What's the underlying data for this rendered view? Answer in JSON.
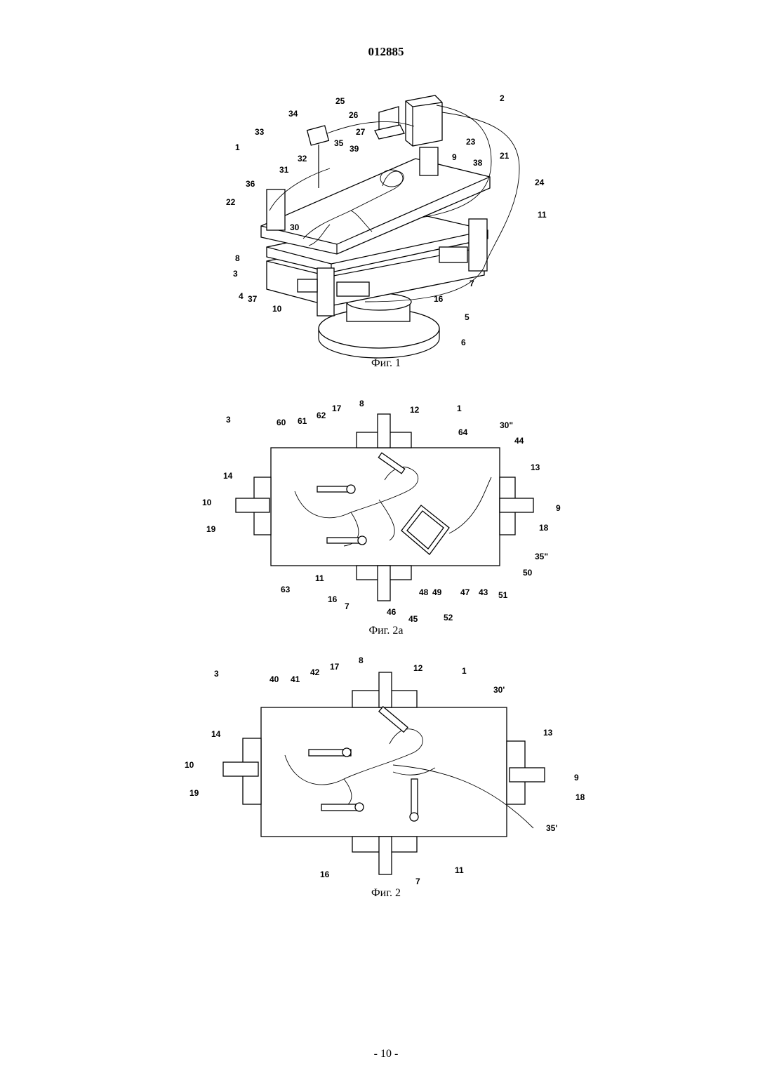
{
  "header": {
    "patent_number": "012885"
  },
  "figures": [
    {
      "id": "fig1",
      "caption": "Фиг. 1",
      "labels": [
        "1",
        "2",
        "3",
        "4",
        "5",
        "6",
        "7",
        "8",
        "9",
        "10",
        "11",
        "16",
        "21",
        "22",
        "23",
        "24",
        "25",
        "26",
        "27",
        "30",
        "31",
        "32",
        "33",
        "34",
        "35",
        "36",
        "37",
        "38",
        "39"
      ]
    },
    {
      "id": "fig2a",
      "caption": "Фиг. 2а",
      "labels": [
        "1",
        "3",
        "7",
        "8",
        "9",
        "10",
        "11",
        "12",
        "13",
        "14",
        "16",
        "17",
        "18",
        "19",
        "30\"",
        "35\"",
        "43",
        "44",
        "45",
        "46",
        "47",
        "48",
        "49",
        "50",
        "51",
        "52",
        "60",
        "61",
        "62",
        "63",
        "64"
      ]
    },
    {
      "id": "fig2",
      "caption": "Фиг. 2",
      "labels": [
        "1",
        "3",
        "7",
        "8",
        "9",
        "10",
        "11",
        "12",
        "13",
        "14",
        "16",
        "17",
        "18",
        "19",
        "30'",
        "35'",
        "40",
        "41",
        "42"
      ]
    }
  ],
  "footer": {
    "page_label": "- 10 -"
  }
}
